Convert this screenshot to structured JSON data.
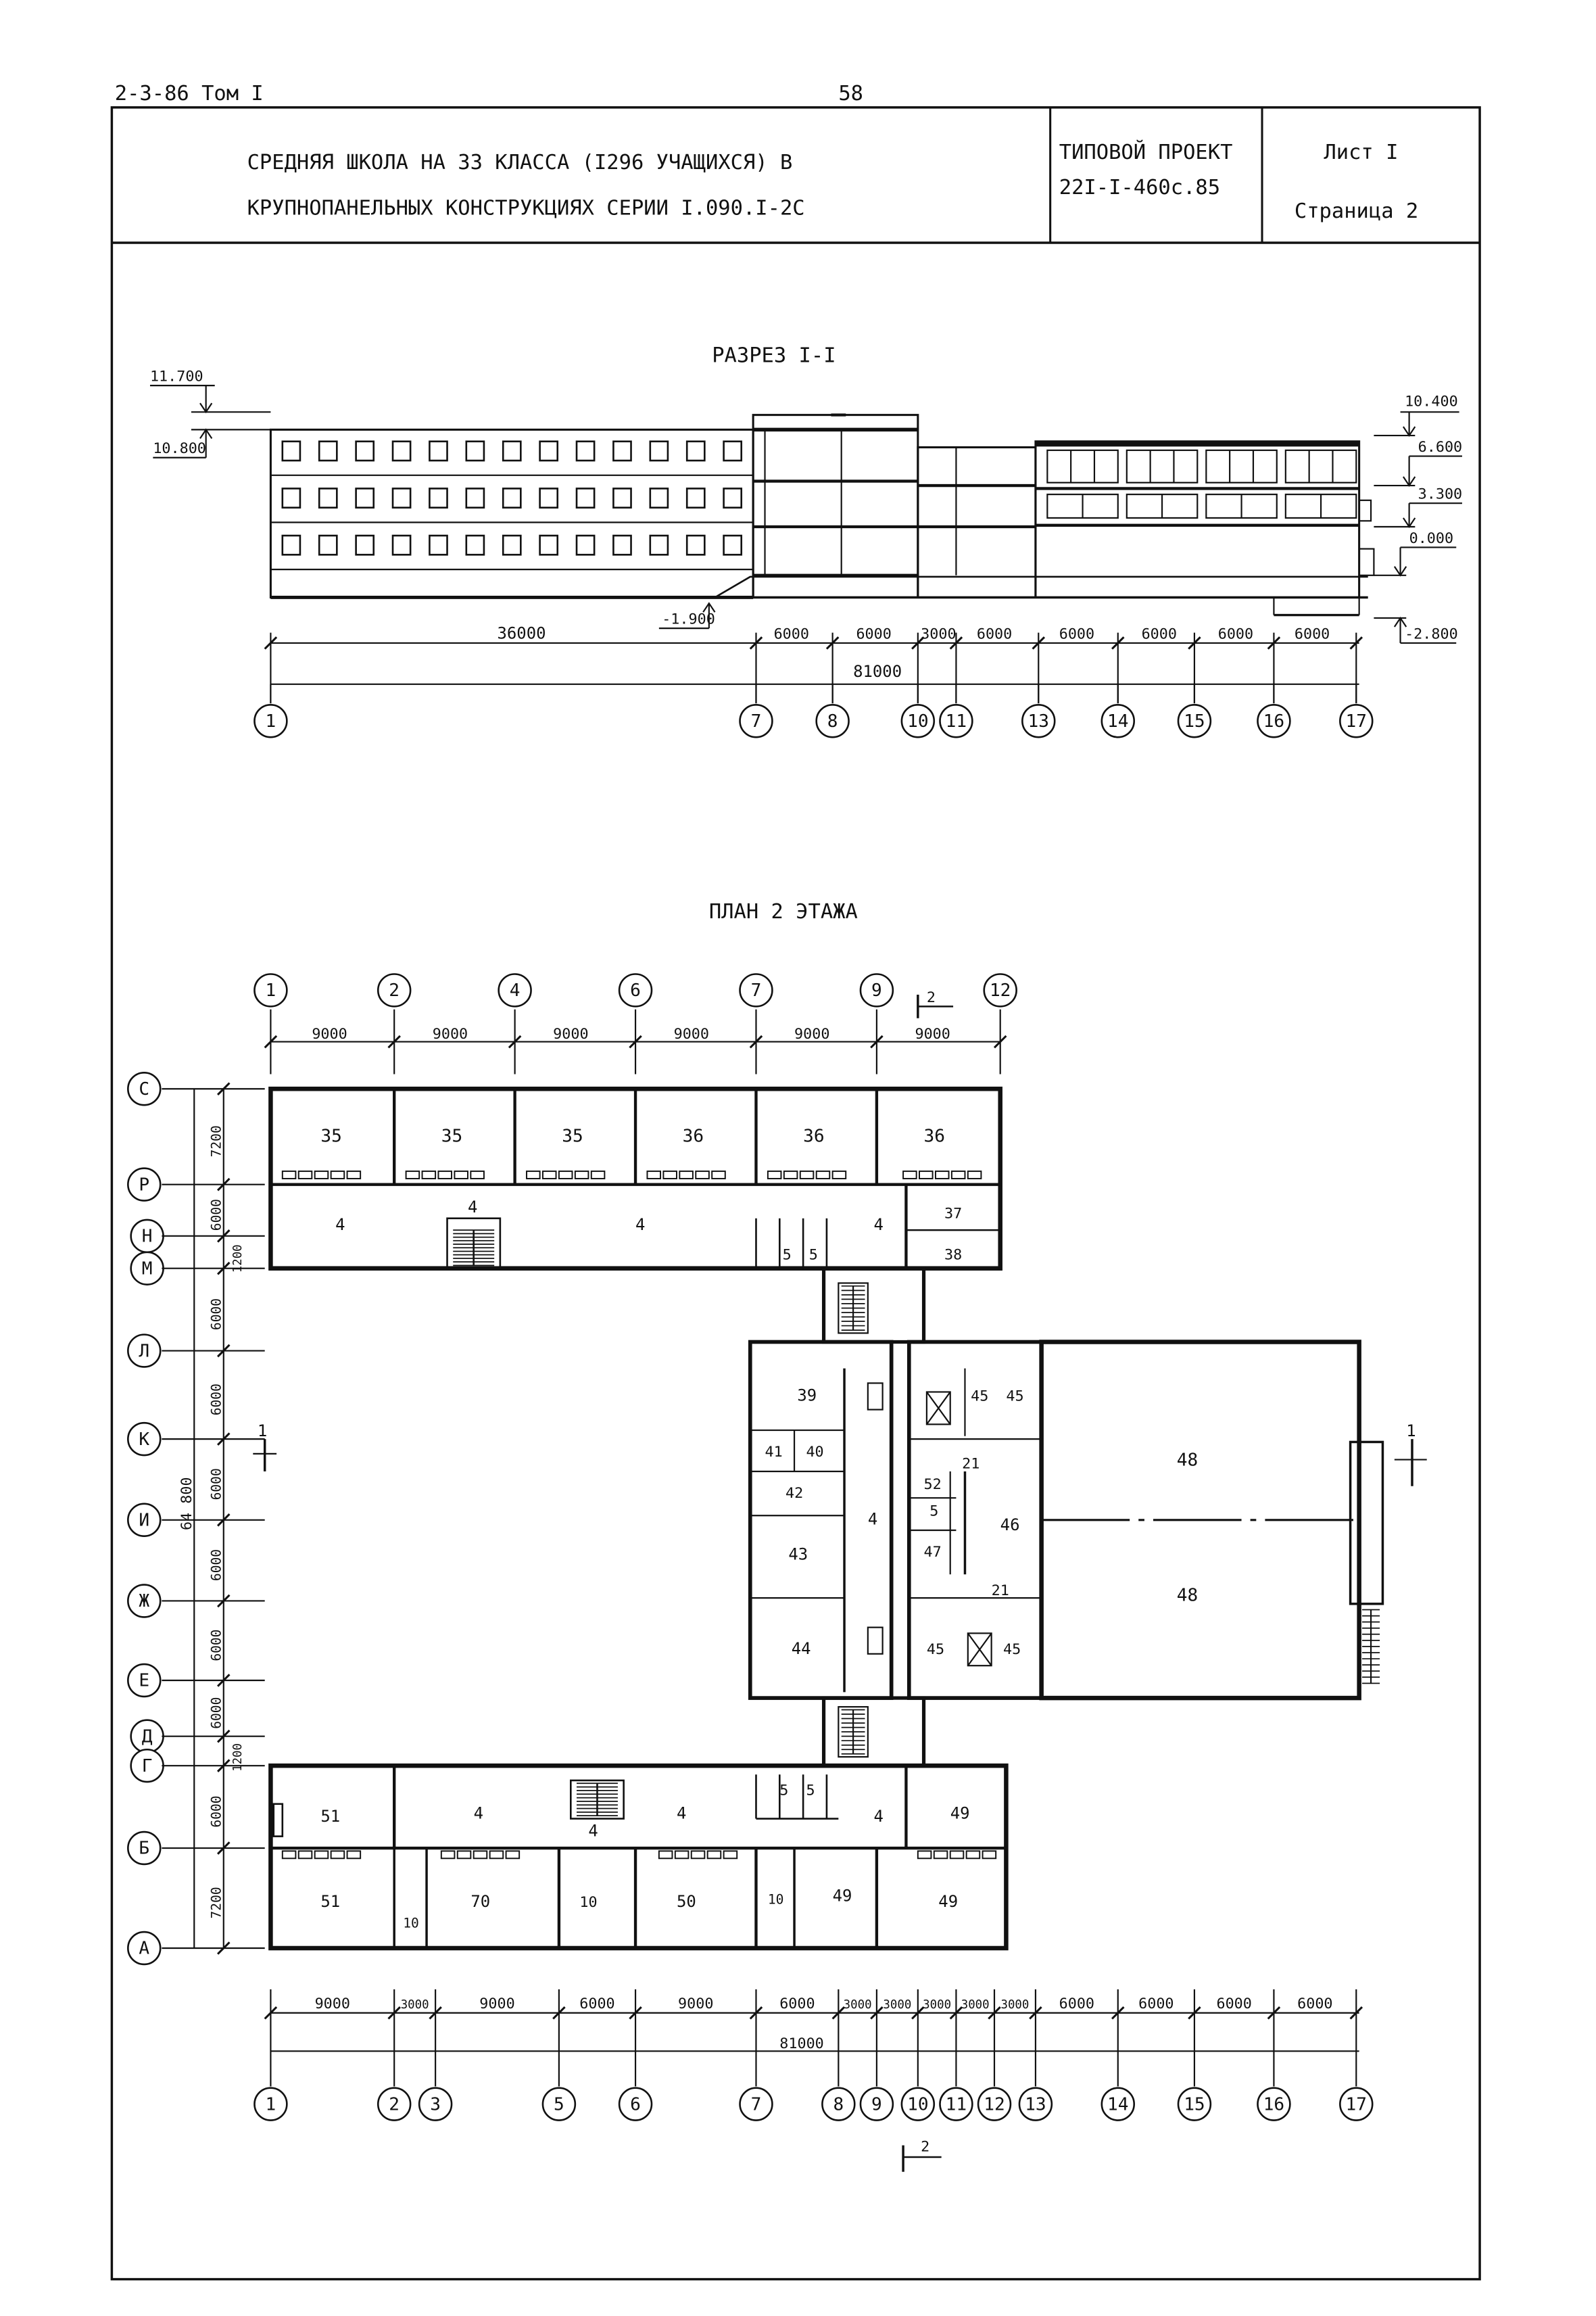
{
  "header": {
    "series_code": "2-3-86 Том I",
    "page_number": "58",
    "title_line1": "СРЕДНЯЯ ШКОЛА НА 33 КЛАССА (I296 УЧАЩИХСЯ) В",
    "title_line2": "КРУПНОПАНЕЛЬНЫХ КОНСТРУКЦИЯХ СЕРИИ I.090.I-2С",
    "project_label": "ТИПОВОЙ ПРОЕКТ",
    "project_code": "22I-I-460с.85",
    "sheet_label": "Лист I",
    "page_label": "Страница 2"
  },
  "section": {
    "title": "РАЗРЕЗ I-I",
    "levels": {
      "top": "11.700",
      "roof": "10.800",
      "right_top": "10.400",
      "second": "6.600",
      "first": "3.300",
      "zero": "0.000",
      "basement": "-2.800",
      "ground": "-1.900"
    },
    "dims_top": [
      "36000",
      "6000",
      "6000",
      "3000",
      "6000",
      "6000",
      "6000",
      "6000",
      "6000"
    ],
    "dim_total": "81000",
    "axes": [
      "1",
      "7",
      "8",
      "10",
      "11",
      "13",
      "14",
      "15",
      "16",
      "17"
    ]
  },
  "plan": {
    "title": "ПЛАН 2 ЭТАЖА",
    "top_axes": [
      "1",
      "2",
      "4",
      "6",
      "7",
      "9",
      "12"
    ],
    "top_dims": [
      "9000",
      "9000",
      "9000",
      "9000",
      "9000",
      "9000"
    ],
    "section_mark": "2",
    "cut_mark": "1",
    "left_axes": [
      "С",
      "Р",
      "Н",
      "М",
      "Л",
      "К",
      "И",
      "Ж",
      "Е",
      "Д",
      "Г",
      "Б",
      "А"
    ],
    "left_dims": [
      "7200",
      "6000",
      "1200",
      "6000",
      "6000",
      "6000",
      "6000",
      "6000",
      "6000",
      "1200",
      "6000",
      "7200"
    ],
    "left_total": "64 800",
    "bottom_dims": [
      "9000",
      "3000",
      "9000",
      "6000",
      "9000",
      "6000",
      "3000",
      "3000",
      "3000",
      "3000",
      "3000",
      "6000",
      "6000",
      "6000",
      "6000"
    ],
    "bottom_total": "81000",
    "bottom_axes": [
      "1",
      "2",
      "3",
      "5",
      "6",
      "7",
      "8",
      "9",
      "10",
      "11",
      "12",
      "13",
      "14",
      "15",
      "16",
      "17"
    ],
    "rooms": {
      "north": [
        "35",
        "35",
        "35",
        "36",
        "36",
        "36"
      ],
      "corridor": "4",
      "stair_room": "5",
      "r37": "37",
      "r38": "38",
      "r39": "39",
      "r40": "40",
      "r41": "41",
      "r42": "42",
      "r43": "43",
      "r44": "44",
      "r45": "45",
      "r46": "46",
      "r47": "47",
      "r48": "48",
      "r21": "21",
      "r52": "52",
      "r49": "49",
      "r50": "50",
      "r51": "51",
      "r70": "70",
      "r10": "10"
    }
  }
}
